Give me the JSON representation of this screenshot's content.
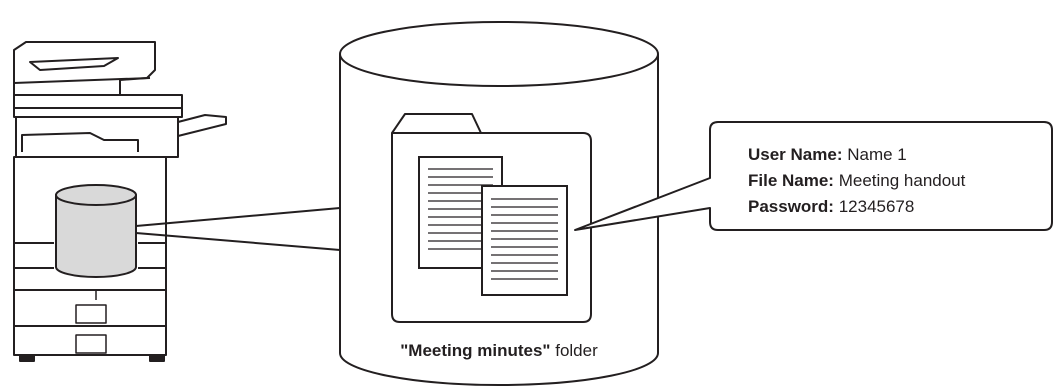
{
  "folder_caption": {
    "name": "\"Meeting minutes\"",
    "suffix": " folder"
  },
  "callout": {
    "user_name_label": "User Name:",
    "user_name_value": " Name 1",
    "file_name_label": "File Name:",
    "file_name_value": " Meeting handout",
    "password_label": "Password:",
    "password_value": " 12345678"
  }
}
